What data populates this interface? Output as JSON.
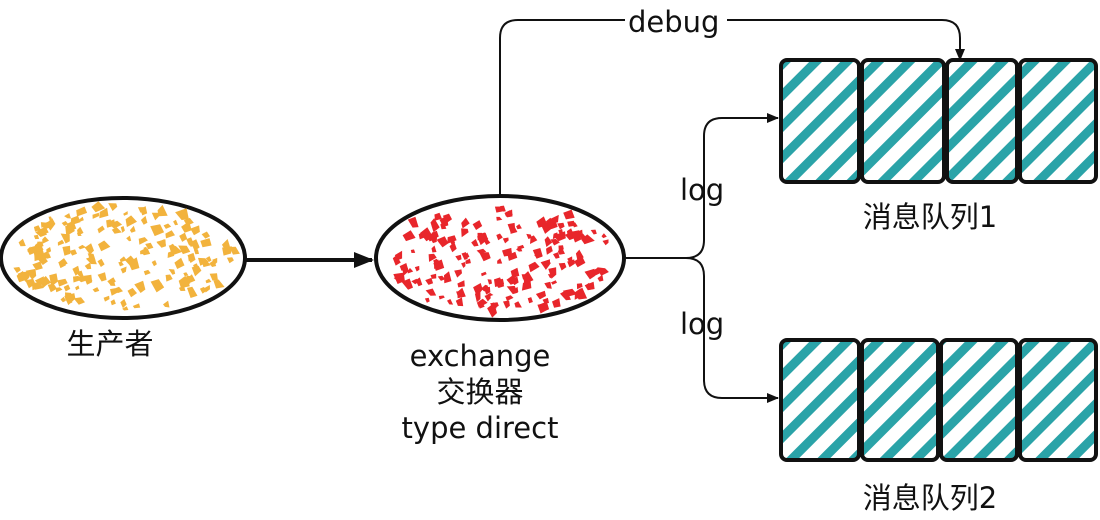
{
  "diagram": {
    "producer": {
      "label": "生产者",
      "fill": "#f2b33d"
    },
    "exchange": {
      "label_line1": "exchange",
      "label_line2": "交换器",
      "label_line3": "type direct",
      "fill": "#e8262b"
    },
    "edges": {
      "debug_label": "debug",
      "log_label_upper": "log",
      "log_label_lower": "log"
    },
    "queue1": {
      "label": "消息队列1"
    },
    "queue2": {
      "label": "消息队列2"
    },
    "colors": {
      "queue_stripe": "#2aa3a8",
      "outline": "#111111"
    }
  }
}
